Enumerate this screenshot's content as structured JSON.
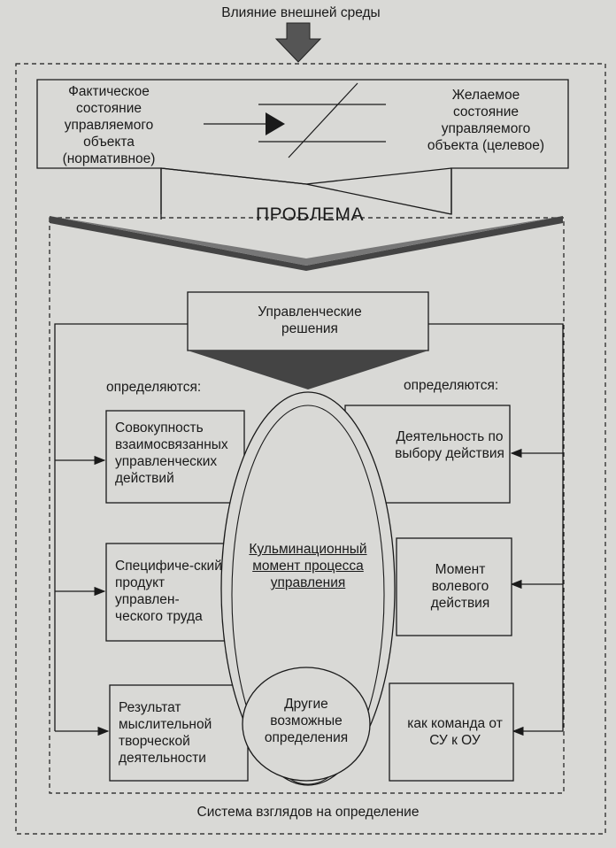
{
  "top_label": "Влияние внешней среды",
  "actual_state": "Фактическое состояние управляемого объекта (нормативное)",
  "desired_state": "Желаемое состояние управляемого объекта (целевое)",
  "problem": "ПРОБЛЕМА",
  "management_decisions": "Управленческие решения",
  "defined_left": "определяются:",
  "defined_right": "определяются:",
  "left_boxes": [
    "Совокупность взаимосвязанных управленческих действий",
    "Специфиче-ский продукт управлен-ческого труда",
    "Результат мыслительной творческой деятельности"
  ],
  "right_boxes": [
    "Деятельность по выбору действия",
    "Момент волевого действия",
    "как команда от СУ к ОУ"
  ],
  "culmination": "Кульминационный момент процесса управления",
  "other_definitions": "Другие возможные определения",
  "bottom_label": "Система взглядов на определение"
}
